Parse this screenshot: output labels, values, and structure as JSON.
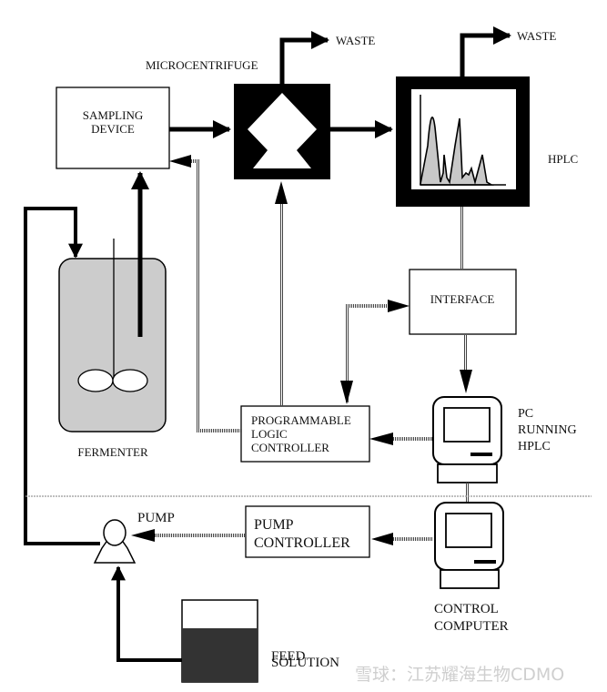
{
  "diagram": {
    "labels": {
      "sampling_device": [
        "SAMPLING",
        "DEVICE"
      ],
      "microcentrifuge": "MICROCENTRIFUGE",
      "waste_1": "WASTE",
      "waste_2": "WASTE",
      "hplc": "HPLC",
      "interface": "INTERFACE",
      "fermenter": "FERMENTER",
      "plc": [
        "PROGRAMMABLE",
        "LOGIC",
        "CONTROLLER"
      ],
      "pc_running_hplc": [
        "PC",
        "RUNNING",
        "HPLC"
      ],
      "pump": "PUMP",
      "pump_controller": [
        "PUMP",
        "CONTROLLER"
      ],
      "control_computer": [
        "CONTROL",
        "COMPUTER"
      ],
      "feed_solution": [
        "FEED",
        "SOLUTION"
      ]
    },
    "colors": {
      "line": "#000000",
      "fermenter_fill": "#cccccc",
      "chromatogram_fill": "#c8c8c8",
      "feed_fill": "#333333"
    },
    "watermark": "雪球：江苏耀海生物CDMO"
  }
}
